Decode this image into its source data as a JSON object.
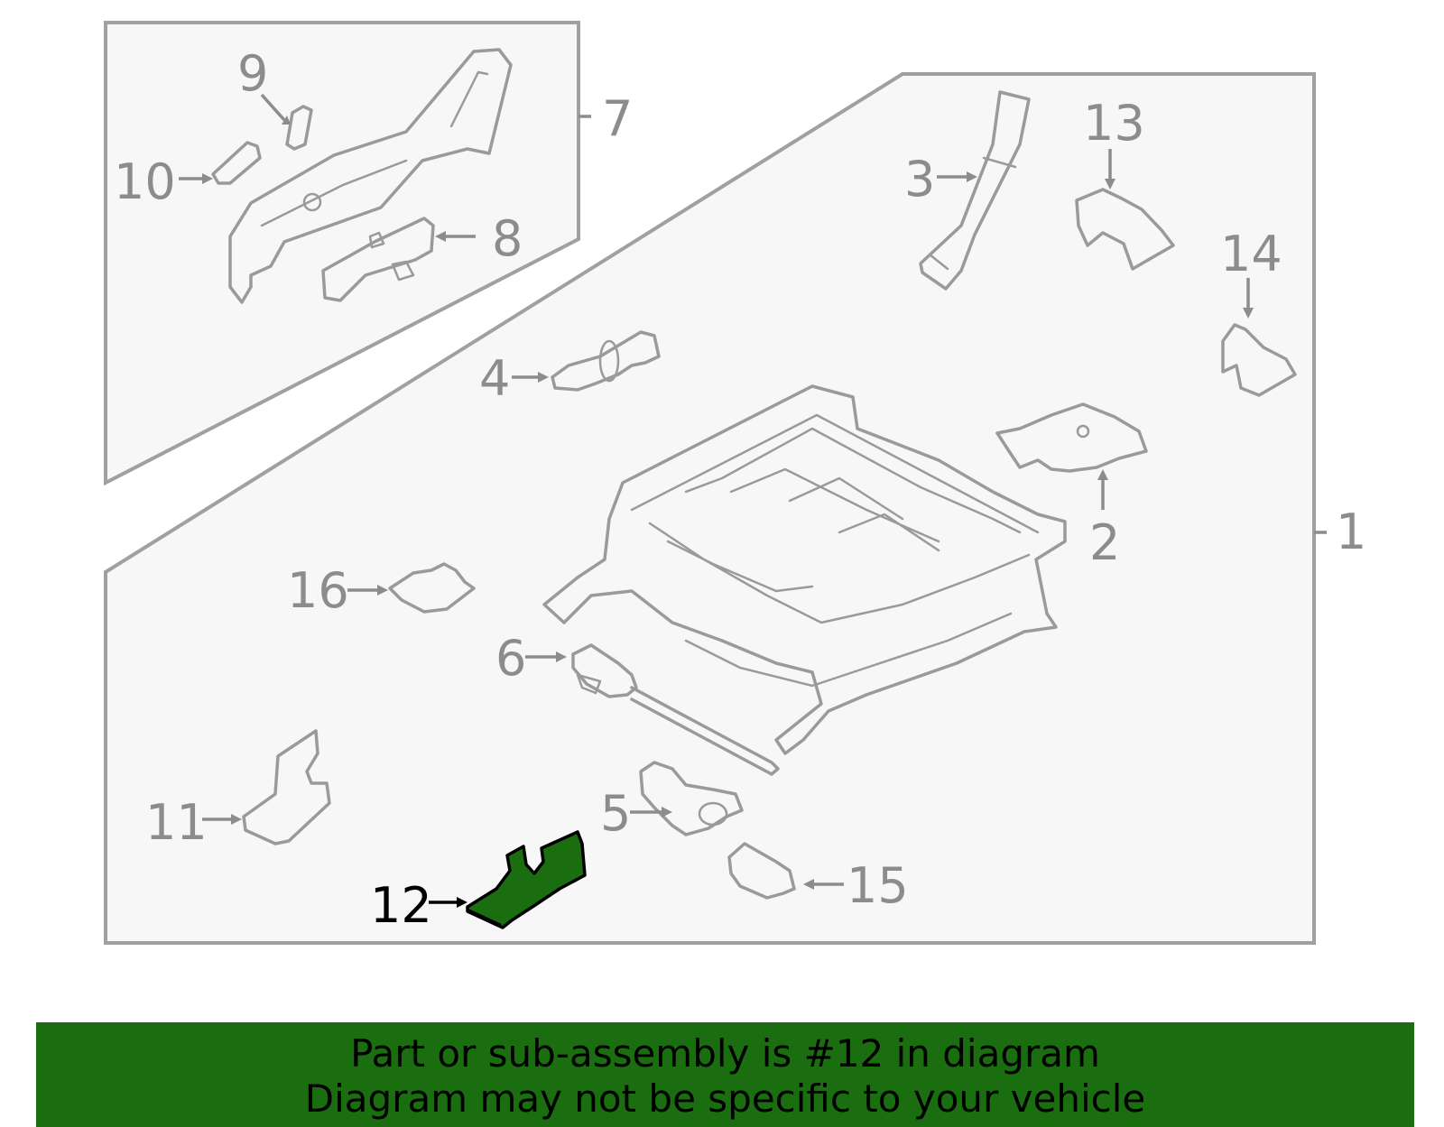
{
  "callouts": {
    "c1": "1",
    "c2": "2",
    "c3": "3",
    "c4": "4",
    "c5": "5",
    "c6": "6",
    "c7": "7",
    "c8": "8",
    "c9": "9",
    "c10": "10",
    "c11": "11",
    "c12": "12",
    "c13": "13",
    "c14": "14",
    "c15": "15",
    "c16": "16"
  },
  "highlight": {
    "part": "12",
    "fill_color": "#1b6e0f"
  },
  "banner": {
    "line1": "Part or sub-assembly is #12 in diagram",
    "line2": "Diagram may not be specific to your vehicle",
    "background_color": "#1b6e0f"
  }
}
